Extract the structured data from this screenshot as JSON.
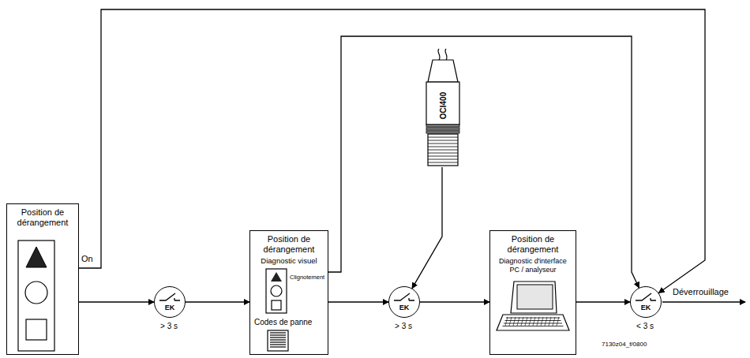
{
  "diagram": {
    "nodes": [
      {
        "text": [
          "Position de dérangement"
        ]
      },
      {
        "text": [
          "EK",
          "> 3 s"
        ]
      },
      {
        "text": [
          "Position de dérangement",
          "Diagnostic visuel",
          "Clignotement",
          "Codes de panne"
        ]
      },
      {
        "text": [
          "EK",
          "> 3 s"
        ]
      },
      {
        "text": [
          "OCI400"
        ]
      },
      {
        "text": [
          "Position de dérangement",
          "Diagnostic d'interface PC / analyseur"
        ]
      },
      {
        "text": [
          "EK",
          "< 3 s"
        ]
      }
    ],
    "edges": [
      {
        "from": 0,
        "to": 1,
        "arrow": "to"
      },
      {
        "from": 1,
        "to": 2,
        "arrow": "to"
      },
      {
        "from": 2,
        "to": 3,
        "arrow": "to"
      },
      {
        "from": 3,
        "to": 5,
        "arrow": "to"
      },
      {
        "from": 4,
        "to": 3,
        "arrow": "to"
      },
      {
        "from": 5,
        "to": 6,
        "arrow": "to"
      },
      {
        "from": 0,
        "to": 6,
        "arrow": "to"
      },
      {
        "from": 2,
        "to": 6,
        "arrow": "to"
      }
    ],
    "labels": [
      "On",
      "Déverrouillage",
      "7130z04_f/0800"
    ]
  }
}
